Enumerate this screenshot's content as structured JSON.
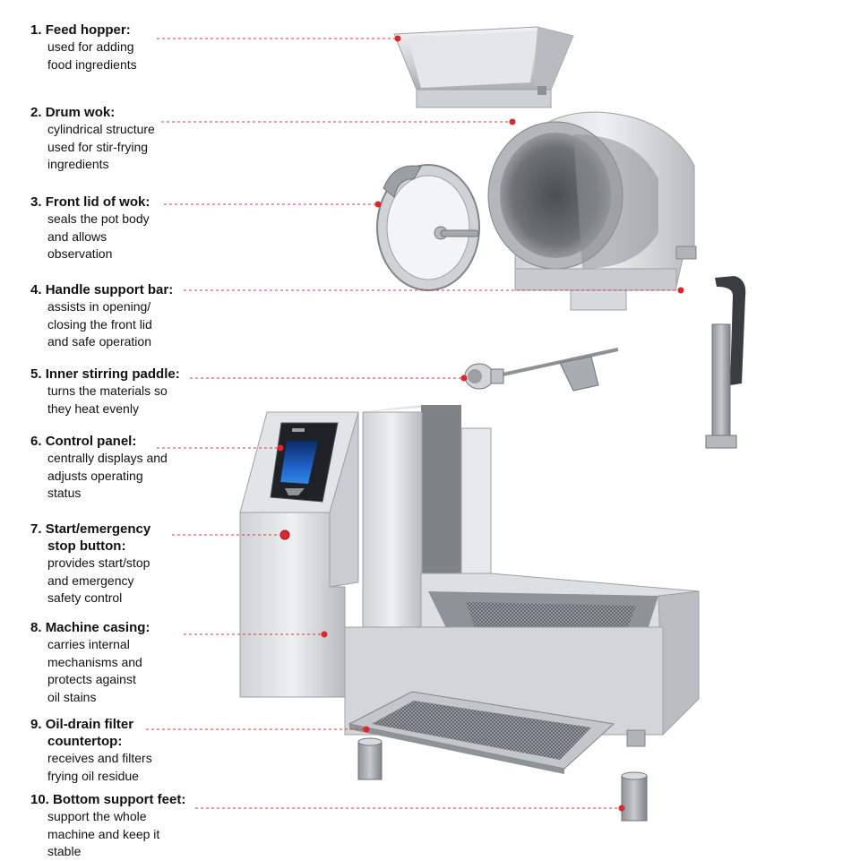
{
  "parts": [
    {
      "number": "1.",
      "title": "Feed hopper:",
      "desc_lines": [
        "used for adding",
        "food ingredients"
      ]
    },
    {
      "number": "2.",
      "title": "Drum wok:",
      "desc_lines": [
        "cylindrical structure",
        "used for stir-frying",
        "ingredients"
      ]
    },
    {
      "number": "3.",
      "title": "Front lid of wok:",
      "desc_lines": [
        "seals the pot body",
        "and allows",
        "observation"
      ]
    },
    {
      "number": "4.",
      "title": "Handle support bar:",
      "desc_lines": [
        "assists in opening/",
        "closing the front lid",
        "and safe operation"
      ]
    },
    {
      "number": "5.",
      "title": "Inner stirring paddle:",
      "desc_lines": [
        "turns the materials so",
        "they heat evenly"
      ]
    },
    {
      "number": "6.",
      "title": "Control panel:",
      "desc_lines": [
        "centrally displays and",
        "adjusts operating",
        "status"
      ]
    },
    {
      "number": "7.",
      "title_lines": [
        "Start/emergency",
        "stop button:"
      ],
      "desc_lines": [
        "provides start/stop",
        "and emergency",
        "safety control"
      ]
    },
    {
      "number": "8.",
      "title": "Machine casing:",
      "desc_lines": [
        "carries internal",
        "mechanisms and",
        "protects against",
        "oil stains"
      ]
    },
    {
      "number": "9.",
      "title_lines": [
        "Oil-drain filter",
        "countertop:"
      ],
      "desc_lines": [
        "receives and filters",
        "frying oil residue"
      ]
    },
    {
      "number": "10.",
      "title": "Bottom support feet:",
      "desc_lines": [
        "support the whole",
        "machine and keep it",
        "stable"
      ]
    }
  ],
  "colors": {
    "leader_line": "#e0353b",
    "marker": "#e0262c",
    "steel_light": "#e6e8ea",
    "steel_mid": "#b9bdc1",
    "steel_dark": "#6f757a",
    "screen": "#1f62c8"
  }
}
